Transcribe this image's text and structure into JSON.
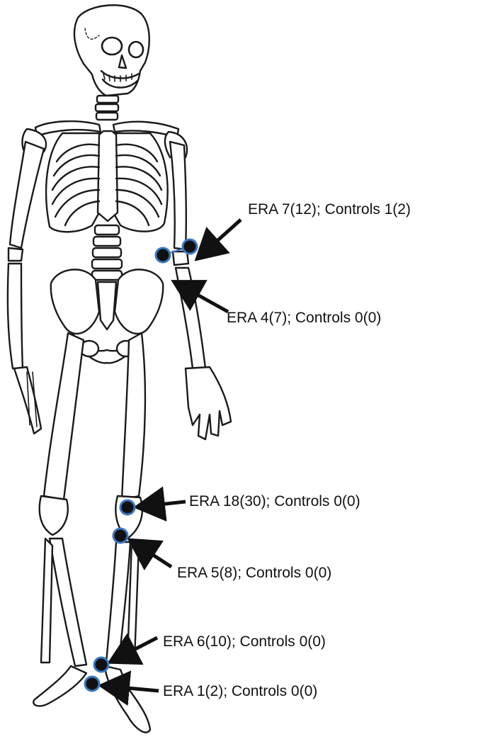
{
  "colors": {
    "bone_stroke": "#1a1a1a",
    "bone_fill": "#ffffff",
    "marker_fill": "#111111",
    "marker_ring": "#3a78c2",
    "arrow": "#111111"
  },
  "annotations": [
    {
      "site": "elbow-lateral",
      "label": "ERA 7(12); Controls 1(2)"
    },
    {
      "site": "elbow-medial",
      "label": "ERA 4(7); Controls 0(0)"
    },
    {
      "site": "knee-upper",
      "label": "ERA 18(30); Controls 0(0)"
    },
    {
      "site": "knee-lower",
      "label": "ERA 5(8); Controls 0(0)"
    },
    {
      "site": "ankle-upper",
      "label": "ERA 6(10); Controls 0(0)"
    },
    {
      "site": "ankle-lower",
      "label": "ERA 1(2); Controls 0(0)"
    }
  ]
}
